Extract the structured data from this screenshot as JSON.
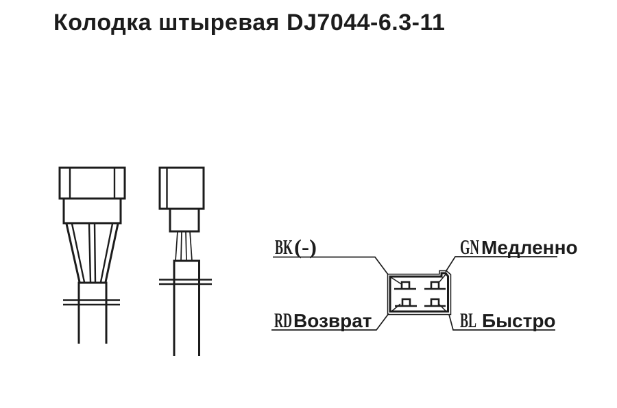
{
  "title": "Колодка штыревая DJ7044-6.3-11",
  "pinout": {
    "pins": [
      {
        "code": "BK",
        "label": "(-)",
        "position": "top-left"
      },
      {
        "code": "GN",
        "label": "Медленно",
        "position": "top-right"
      },
      {
        "code": "RD",
        "label": "Возврат",
        "position": "bottom-left"
      },
      {
        "code": "BL",
        "label": "Быстро",
        "position": "bottom-right"
      }
    ]
  },
  "colors": {
    "line": "#1c1c1c",
    "background": "#ffffff"
  }
}
